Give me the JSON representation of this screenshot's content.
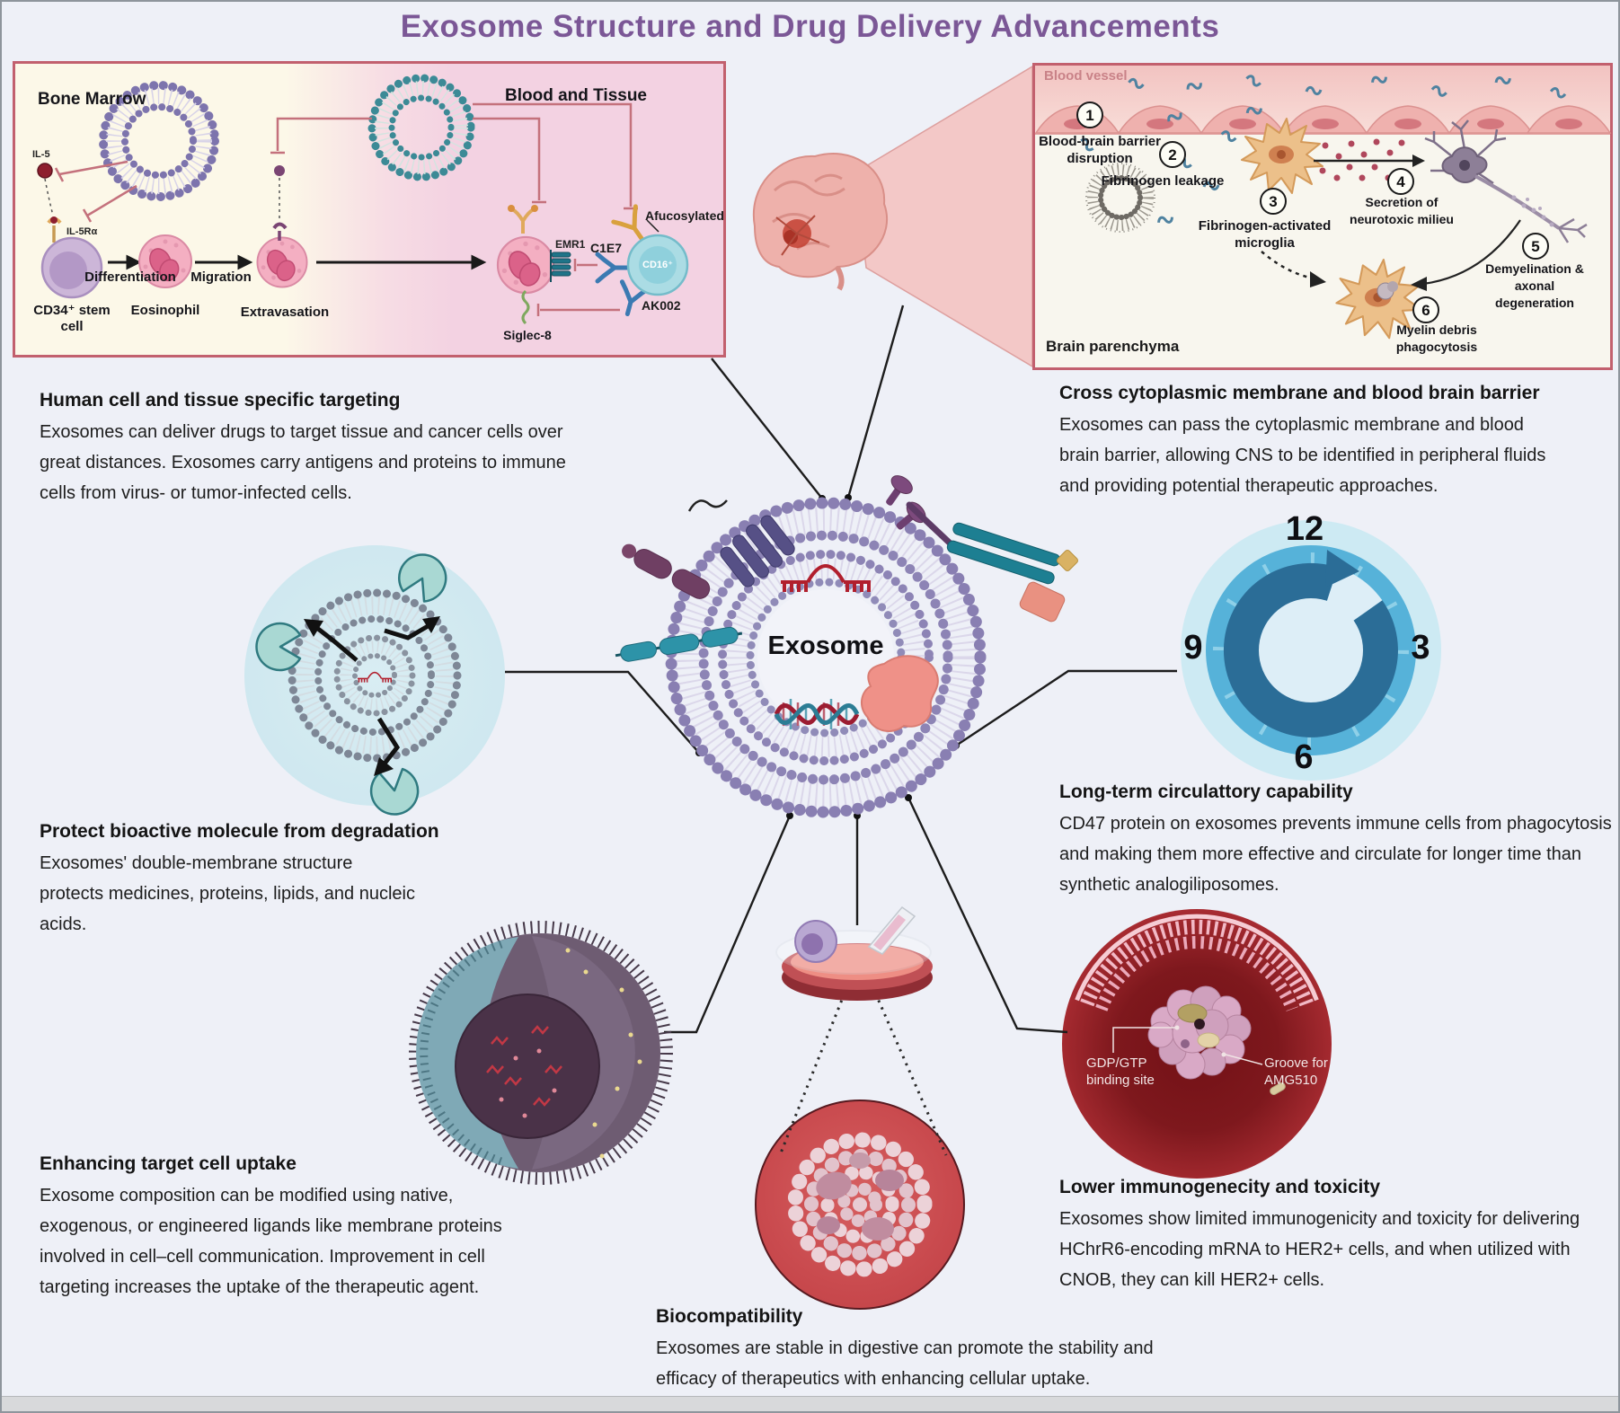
{
  "title": "Exosome Structure and Drug Delivery Advancements",
  "bm": {
    "region_left": "Bone Marrow",
    "region_right": "Blood and Tissue",
    "il5": "IL-5",
    "il5r": "IL-5Rα",
    "stem_cell": "CD34⁺ stem cell",
    "differentiation": "Differentiation",
    "eosinophil": "Eosinophil",
    "migration": "Migration",
    "extravasation": "Extravasation",
    "emr1": "EMR1",
    "c1e7": "C1E7",
    "afucosylated": "Afucosylated",
    "cd16": "CD16⁺",
    "ak002": "AK002",
    "siglec8": "Siglec-8"
  },
  "bbb": {
    "vessel": "Blood vessel",
    "parenchyma": "Brain parenchyma",
    "steps": [
      {
        "num": "1",
        "label": "Blood-brain barrier disruption"
      },
      {
        "num": "2",
        "label": "Fibrinogen leakage"
      },
      {
        "num": "3",
        "label": "Fibrinogen-activated microglia"
      },
      {
        "num": "4",
        "label": "Secretion of neurotoxic milieu"
      },
      {
        "num": "5",
        "label": "Demyelination & axonal degeneration"
      },
      {
        "num": "6",
        "label": "Myelin debris phagocytosis"
      }
    ]
  },
  "center": {
    "exosome": "Exosome"
  },
  "clock": {
    "numbers": [
      "12",
      "3",
      "6",
      "9"
    ]
  },
  "gdp": {
    "binding_site": "GDP/GTP binding site",
    "groove": "Groove for AMG510"
  },
  "sections": {
    "targeting": {
      "heading": "Human cell and tissue specific targeting",
      "body": "Exosomes can deliver drugs to target tissue and cancer cells over great distances. Exosomes carry antigens and proteins to immune cells from virus- or tumor-infected cells."
    },
    "bbb_text": {
      "heading": "Cross cytoplasmic membrane and blood brain barrier",
      "body": "Exosomes can pass the cytoplasmic membrane and blood brain barrier, allowing CNS to be identified in peripheral fluids and providing potential therapeutic approaches."
    },
    "protect": {
      "heading": "Protect bioactive molecule from degradation",
      "body": "Exosomes' double-membrane structure protects medicines, proteins, lipids, and nucleic acids."
    },
    "circulation": {
      "heading": "Long-term circulattory capability",
      "body": "CD47 protein on exosomes prevents immune cells from phagocytosis and making them more effective and circulate for longer time than synthetic analogiliposomes."
    },
    "uptake": {
      "heading": "Enhancing target cell uptake",
      "body": "Exosome composition can be modified using native, exogenous, or engineered ligands like membrane proteins involved in cell–cell communication. Improvement in cell targeting increases the uptake of the therapeutic agent."
    },
    "immunogenicity": {
      "heading": "Lower immunogenecity and toxicity",
      "body": "Exosomes show limited immunogenicity and toxicity for delivering HChrR6-encoding mRNA to HER2+ cells, and when utilized with CNOB, they can kill HER2+ cells."
    },
    "biocompatibility": {
      "heading": "Biocompatibility",
      "body": "Exosomes are stable in digestive can promote the stability and efficacy of therapeutics with enhancing cellular uptake."
    }
  },
  "colors": {
    "accent_purple": "#7b5796",
    "panel_border": "#c2606e",
    "clock_dark": "#2b6d97",
    "red_dark": "#7e181d"
  }
}
